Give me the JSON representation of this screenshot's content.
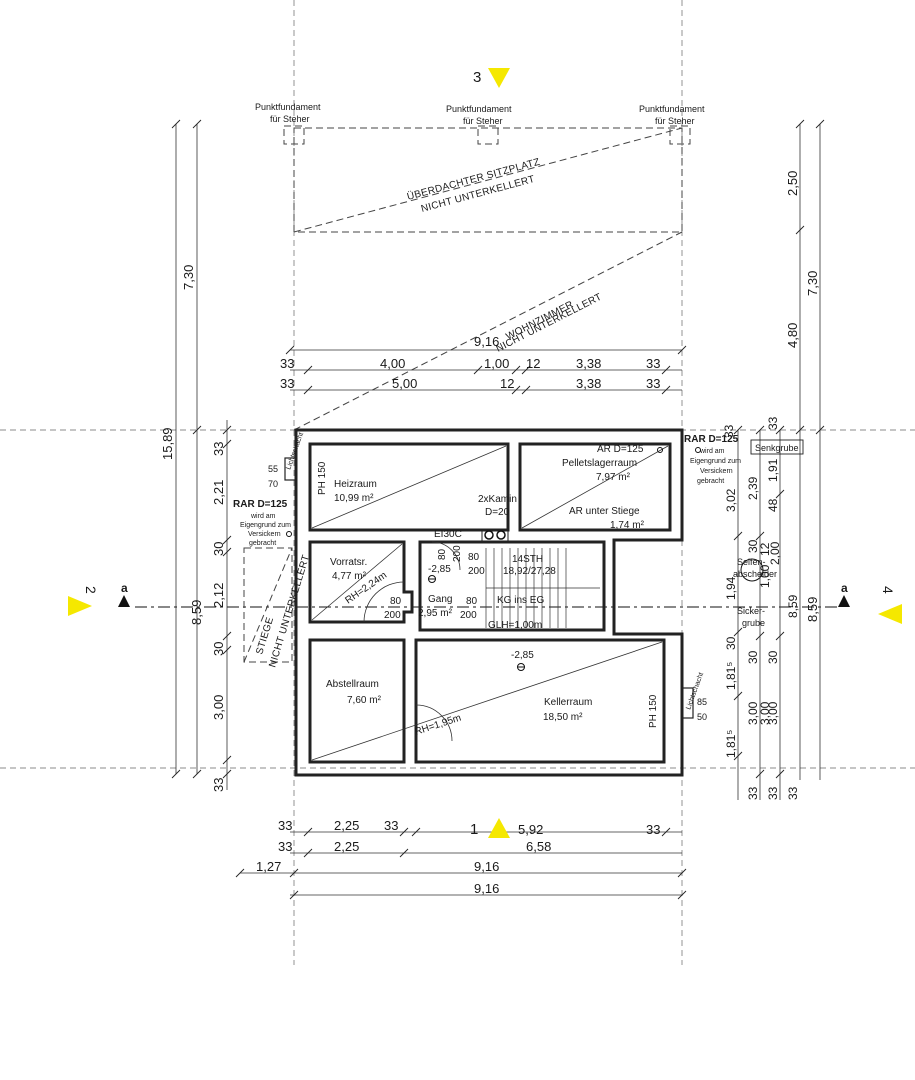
{
  "section_markers": {
    "top": "3",
    "bottom": "1",
    "left": "2",
    "right": "4"
  },
  "cut_label": "a",
  "foundations": {
    "label_line1": "Punktfundament",
    "label_line2": "für Steher"
  },
  "diagonals": {
    "terrace_1": "ÜBERDACHTER SITZPLATZ",
    "terrace_2": "NICHT UNTERKELLERT",
    "living_1": "WOHNZIMMER",
    "living_2": "NICHT UNTERKELLERT",
    "stairs_1": "STIEGE",
    "stairs_2": "NICHT UNTERKELLERT"
  },
  "top_dims": {
    "total": "9,16",
    "row1": [
      "33",
      "4,00",
      "1,00",
      "12",
      "3,38",
      "33"
    ],
    "row2": [
      "33",
      "5,00",
      "12",
      "3,38",
      "33"
    ]
  },
  "bottom_dims": {
    "row1": [
      "33",
      "2,25",
      "33",
      "5,92",
      "33"
    ],
    "row2": [
      "33",
      "2,25",
      "6,58"
    ],
    "row3": [
      "1,27",
      "9,16"
    ],
    "row4": [
      "9,16"
    ]
  },
  "left_dims": {
    "outer1": "15,89",
    "outer2": "7,30",
    "total": "8,59",
    "chain": [
      "33",
      "2,21",
      "30",
      "2,12",
      "30",
      "3,00",
      "33"
    ]
  },
  "right_dims": {
    "top_a": "2,50",
    "top_b": "4,80",
    "top_total": "7,30",
    "col1": [
      "33",
      "3,02",
      "1,94",
      "30",
      "1,81⁵",
      "3,00",
      "1,81⁵",
      "33"
    ],
    "col2": [
      "2,39",
      "30",
      "12",
      "1,00",
      "30",
      "3,00",
      "33"
    ],
    "col3": [
      "33",
      "1,91",
      "48",
      "2,00",
      "8,59",
      "30",
      "3,00",
      "33"
    ],
    "total": "8,59"
  },
  "rooms": {
    "heizraum": {
      "name": "Heizraum",
      "area": "10,99 m²",
      "ph": "PH 150"
    },
    "pellets": {
      "name": "Pelletslagerraum",
      "area": "7,97 m²",
      "ar": "AR D=125"
    },
    "ar_stiege": {
      "name": "AR unter Stiege",
      "area": "1,74 m²"
    },
    "kamin": {
      "line1": "2xKamin",
      "line2": "D=20"
    },
    "vorrat": {
      "name": "Vorratsr.",
      "area": "4,77 m²",
      "rh": "RH=2,24m",
      "level": "-2,85"
    },
    "ei30c": "EI30C",
    "door_80": "80",
    "door_200": "200",
    "gang": {
      "name": "Gang",
      "area": "2,95 m²"
    },
    "stair": {
      "steps": "14STH",
      "ratio": "18,92/27,28",
      "label": "KG ins EG",
      "glh": "GLH=1,00m"
    },
    "abstell": {
      "name": "Abstellraum",
      "area": "7,60 m²"
    },
    "keller": {
      "name": "Kellerraum",
      "area": "18,50 m²",
      "rh": "RH=1,95m",
      "level": "-2,85",
      "ph": "PH 150"
    }
  },
  "lichtschacht": {
    "label": "Lichtschacht",
    "top_a": "55",
    "top_b": "70",
    "bot_a": "85",
    "bot_b": "50"
  },
  "rar_left": {
    "title": "RAR D=125",
    "l1": "wird am",
    "l2": "Eigengrund zum",
    "l3": "Versickern",
    "l4": "gebracht"
  },
  "rar_right": {
    "title": "RAR D=125",
    "l1": "wird am",
    "l2": "Eigengrund zum",
    "l3": "Versickern",
    "l4": "gebracht"
  },
  "senkgrube": "Senkgrube",
  "seifen_1": "Seifen-",
  "seifen_2": "abscheider",
  "sicker_1": "Sicker-",
  "sicker_2": "grube"
}
